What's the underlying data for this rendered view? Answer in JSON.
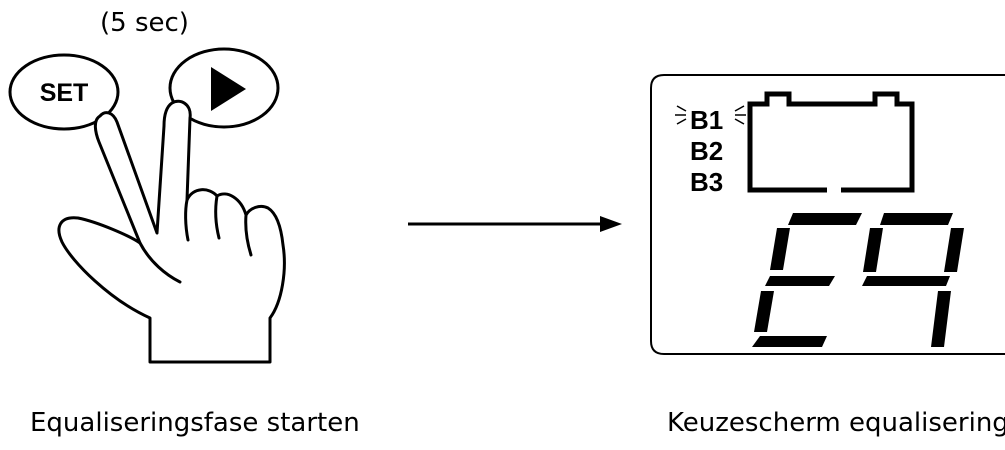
{
  "hint": {
    "duration": "(5 sec)"
  },
  "buttons": {
    "set_label": "SET",
    "play_icon": "play-triangle-icon"
  },
  "display": {
    "battery_rows": [
      "B1",
      "B2",
      "B3"
    ],
    "blinking_row": "B1",
    "code": "E9"
  },
  "captions": {
    "left": "Equaliseringsfase starten",
    "right": "Keuzescherm equalisering"
  }
}
